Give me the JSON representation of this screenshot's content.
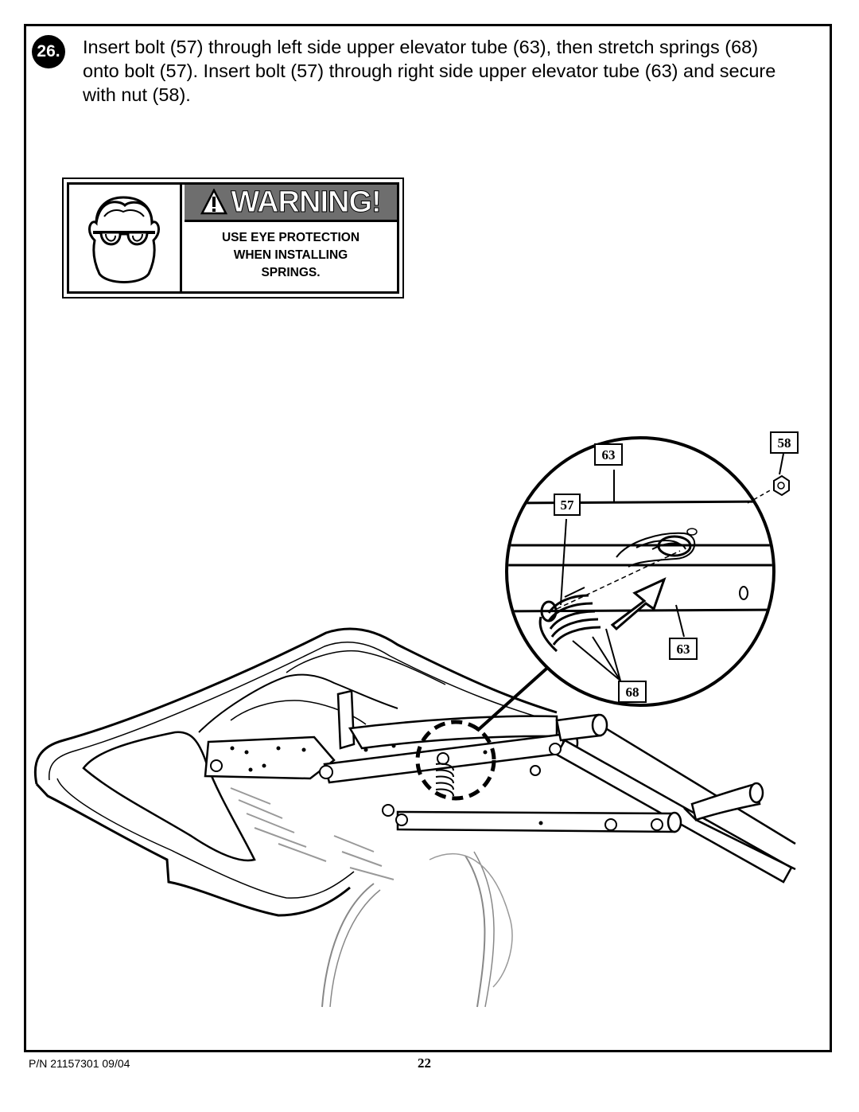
{
  "step": {
    "number": "26.",
    "instruction": "Insert bolt (57) through left side upper elevator tube (63), then stretch springs (68) onto bolt (57).  Insert bolt (57) through right side upper elevator tube (63) and secure with nut (58)."
  },
  "warning": {
    "title": "WARNING!",
    "message_lines": [
      "USE EYE PROTECTION",
      "WHEN INSTALLING",
      "SPRINGS."
    ],
    "icon": "safety-glasses-face-icon"
  },
  "callouts": {
    "c63_top": "63",
    "c58": "58",
    "c57": "57",
    "c63_bottom": "63",
    "c68": "68"
  },
  "footer": {
    "part_number": "P/N 21157301   09/04",
    "page": "22"
  }
}
